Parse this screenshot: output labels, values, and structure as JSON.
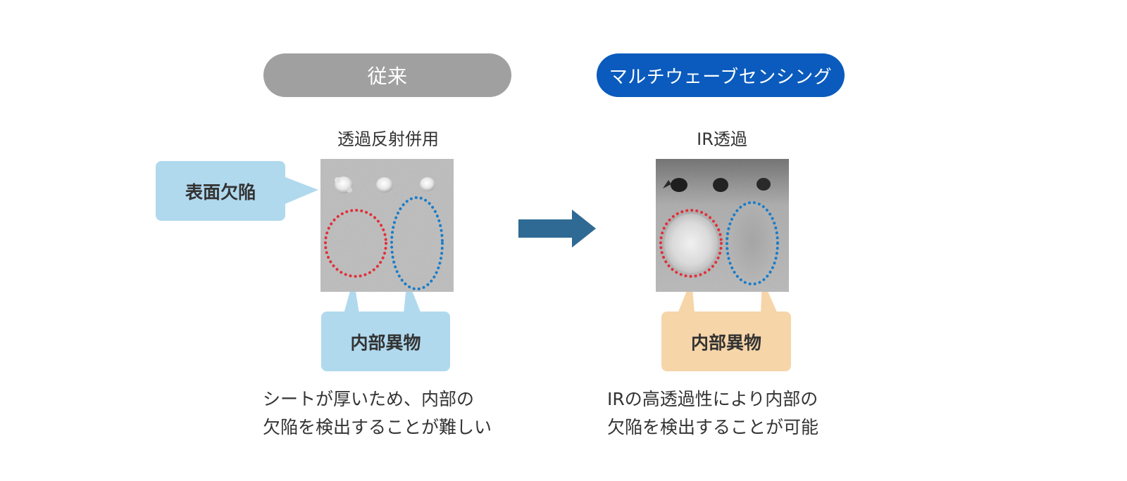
{
  "left": {
    "header": "従来",
    "caption": "透過反射併用",
    "callout_surface": "表面欠陥",
    "callout_inner": "内部異物",
    "description_line1": "シートが厚いため、内部の",
    "description_line2": "欠陥を検出することが難しい"
  },
  "right": {
    "header": "マルチウェーブセンシング",
    "caption": "IR透過",
    "callout_inner": "内部異物",
    "description_line1": "IRの高透過性により内部の",
    "description_line2": "欠陥を検出することが可能"
  },
  "colors": {
    "header_left": "#a0a0a0",
    "header_right": "#0a5bbd",
    "callout_blue": "#b0d9ee",
    "callout_orange": "#f6d5a9",
    "ellipse_red": "#e0303a",
    "ellipse_blue": "#1a7cc8",
    "arrow": "#2f6a94"
  }
}
